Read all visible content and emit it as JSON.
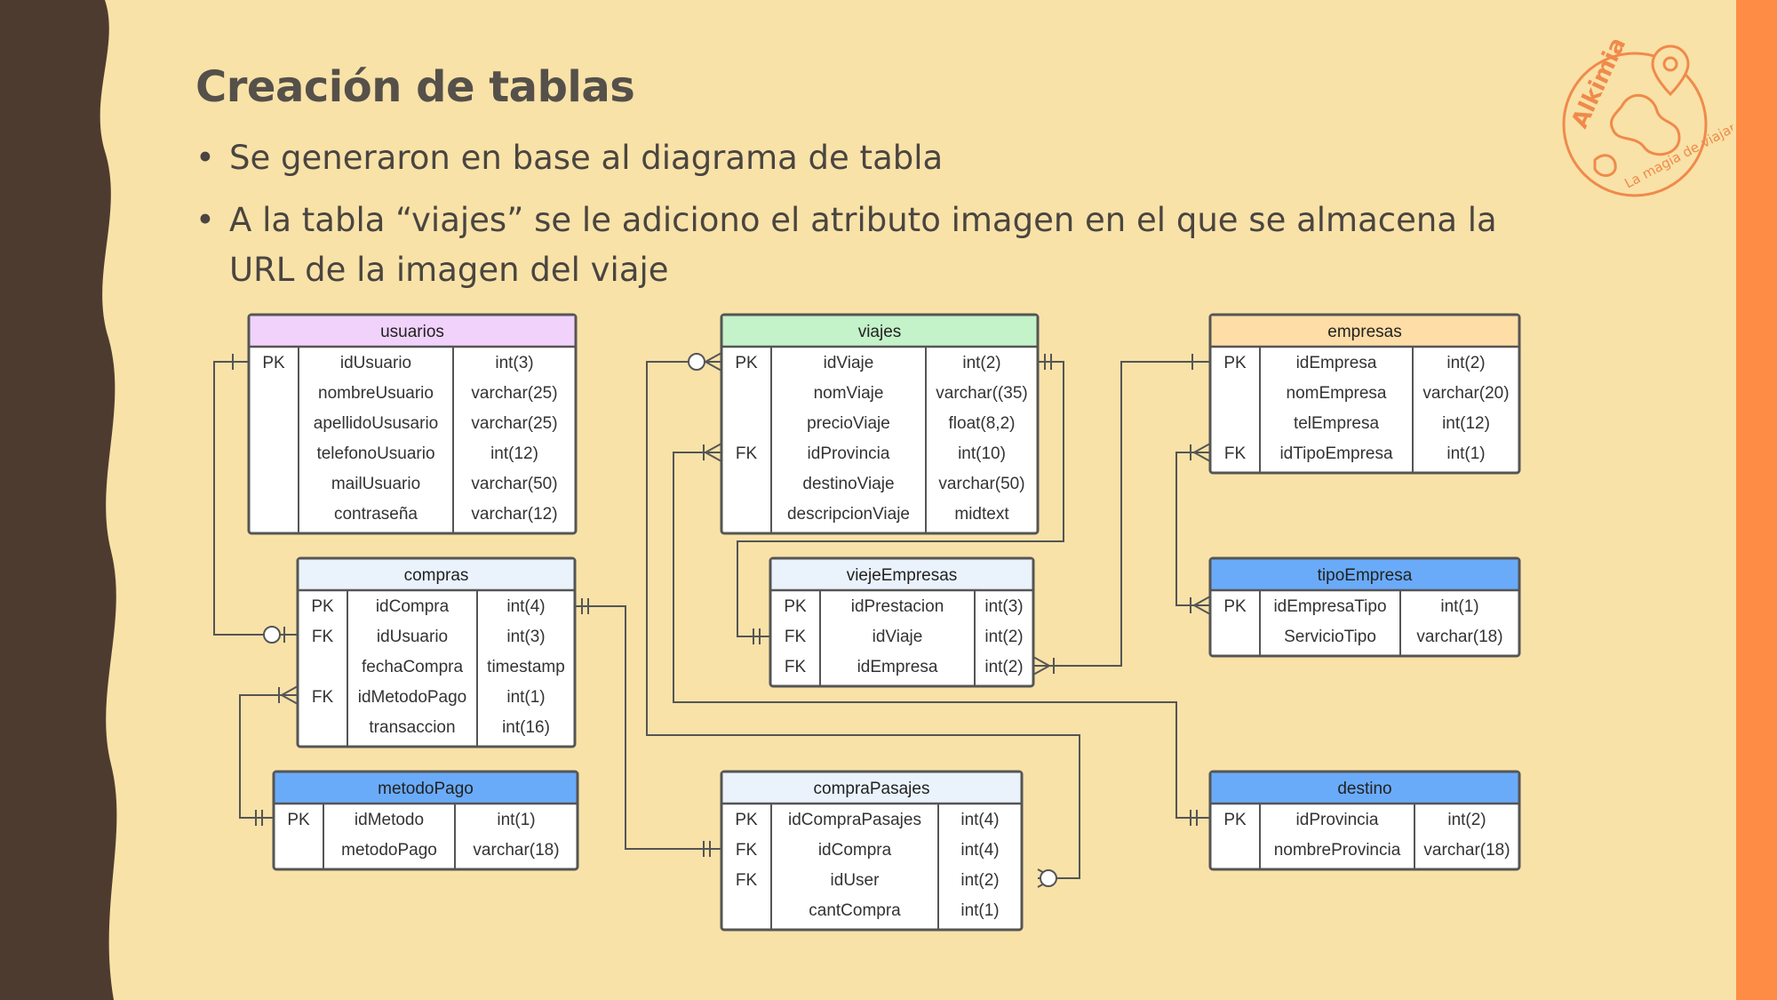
{
  "slide": {
    "title": "Creación de tablas",
    "bullets": [
      "Se generaron en base al diagrama de tabla",
      "A la tabla “viajes” se le adiciono el atributo imagen en el que se almacena la URL de la imagen del viaje"
    ]
  },
  "logo": {
    "brand": "Alkimia",
    "tagline": "La magia de viajar"
  },
  "colors": {
    "background": "#F8E2A8",
    "left_band": "#4E3B30",
    "right_band": "#FF8C45",
    "logo": "#F08A4B",
    "header_purple": "#F1D2FB",
    "header_green": "#C4F2C9",
    "header_peach": "#FFDDA6",
    "header_blue": "#6AABF9",
    "header_light": "#EAF2FC"
  },
  "tables": [
    {
      "name": "usuarios",
      "header": "header_purple",
      "rows": [
        [
          "PK",
          "idUsuario",
          "int(3)"
        ],
        [
          "",
          "nombreUsuario",
          "varchar(25)"
        ],
        [
          "",
          "apellidoUsusario",
          "varchar(25)"
        ],
        [
          "",
          "telefonoUsuario",
          "int(12)"
        ],
        [
          "",
          "mailUsuario",
          "varchar(50)"
        ],
        [
          "",
          "contraseña",
          "varchar(12)"
        ]
      ]
    },
    {
      "name": "viajes",
      "header": "header_green",
      "rows": [
        [
          "PK",
          "idViaje",
          "int(2)"
        ],
        [
          "",
          "nomViaje",
          "varchar((35)"
        ],
        [
          "",
          "precioViaje",
          "float(8,2)"
        ],
        [
          "FK",
          "idProvincia",
          "int(10)"
        ],
        [
          "",
          "destinoViaje",
          "varchar(50)"
        ],
        [
          "",
          "descripcionViaje",
          "midtext"
        ]
      ]
    },
    {
      "name": "empresas",
      "header": "header_peach",
      "rows": [
        [
          "PK",
          "idEmpresa",
          "int(2)"
        ],
        [
          "",
          "nomEmpresa",
          "varchar(20)"
        ],
        [
          "",
          "telEmpresa",
          "int(12)"
        ],
        [
          "FK",
          "idTipoEmpresa",
          "int(1)"
        ]
      ]
    },
    {
      "name": "compras",
      "header": "header_light",
      "rows": [
        [
          "PK",
          "idCompra",
          "int(4)"
        ],
        [
          "FK",
          "idUsuario",
          "int(3)"
        ],
        [
          "",
          "fechaCompra",
          "timestamp"
        ],
        [
          "FK",
          "idMetodoPago",
          "int(1)"
        ],
        [
          "",
          "transaccion",
          "int(16)"
        ]
      ]
    },
    {
      "name": "viejeEmpresas",
      "header": "header_light",
      "rows": [
        [
          "PK",
          "idPrestacion",
          "int(3)"
        ],
        [
          "FK",
          "idViaje",
          "int(2)"
        ],
        [
          "FK",
          "idEmpresa",
          "int(2)"
        ]
      ]
    },
    {
      "name": "tipoEmpresa",
      "header": "header_blue",
      "rows": [
        [
          "PK",
          "idEmpresaTipo",
          "int(1)"
        ],
        [
          "",
          "ServicioTipo",
          "varchar(18)"
        ]
      ]
    },
    {
      "name": "metodoPago",
      "header": "header_blue",
      "rows": [
        [
          "PK",
          "idMetodo",
          "int(1)"
        ],
        [
          "",
          "metodoPago",
          "varchar(18)"
        ]
      ]
    },
    {
      "name": "compraPasajes",
      "header": "header_light",
      "rows": [
        [
          "PK",
          "idCompraPasajes",
          "int(4)"
        ],
        [
          "FK",
          "idCompra",
          "int(4)"
        ],
        [
          "FK",
          "idUser",
          "int(2)"
        ],
        [
          "",
          "cantCompra",
          "int(1)"
        ]
      ]
    },
    {
      "name": "destino",
      "header": "header_blue",
      "rows": [
        [
          "PK",
          "idProvincia",
          "int(2)"
        ],
        [
          "",
          "nombreProvincia",
          "varchar(18)"
        ]
      ]
    }
  ],
  "relations": [
    {
      "from": "usuarios.idUsuario",
      "to": "compras.idUsuario",
      "from_end": "one",
      "to_end": "zero-or-one"
    },
    {
      "from": "metodoPago.idMetodo",
      "to": "compras.idMetodoPago",
      "from_end": "one-and-only-one",
      "to_end": "one-or-many"
    },
    {
      "from": "compras.idCompra",
      "to": "compraPasajes.idCompra",
      "from_end": "one-and-only-one",
      "to_end": "one-and-only-one"
    },
    {
      "from": "viajes.idViaje",
      "to": "viejeEmpresas.idViaje",
      "from_end": "one-and-only-one",
      "to_end": "one-and-only-one"
    },
    {
      "from": "empresas.idEmpresa",
      "to": "viejeEmpresas.idEmpresa",
      "from_end": "one",
      "to_end": "one-or-many"
    },
    {
      "from": "tipoEmpresa.idEmpresaTipo",
      "to": "empresas.idTipoEmpresa",
      "from_end": "one-or-many",
      "to_end": "one-or-many"
    },
    {
      "from": "destino.idProvincia",
      "to": "viajes.idProvincia",
      "from_end": "one-and-only-one",
      "to_end": "one-or-many"
    },
    {
      "from": "compraPasajes.idUser",
      "to": "viajes.idViaje",
      "from_end": "zero-or-many",
      "to_end": "zero-or-many"
    }
  ]
}
